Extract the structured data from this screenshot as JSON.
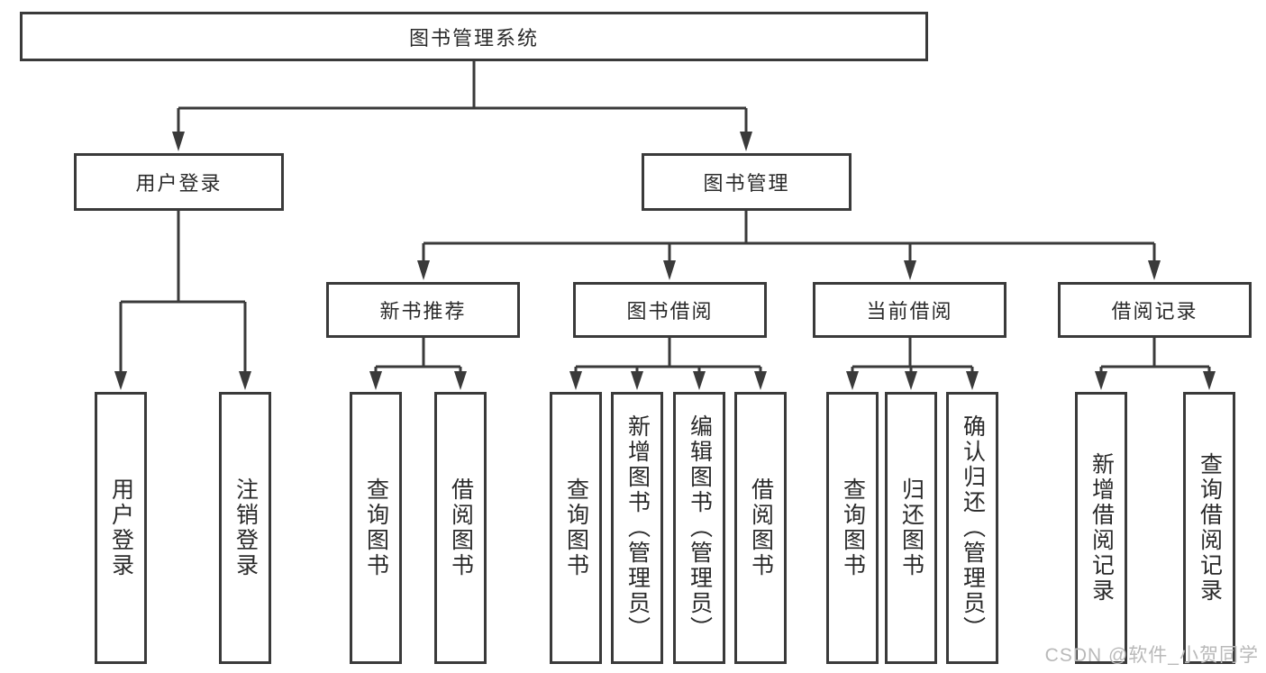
{
  "diagram": {
    "title": "图书管理系统",
    "watermark": "CSDN @软件_小贺同学",
    "colors": {
      "line": "#3a3a3a",
      "text": "#2a2a2a",
      "background": "#ffffff",
      "watermark": "#b9b9b9"
    },
    "nodes": {
      "root": "图书管理系统",
      "level2": [
        "用户登录",
        "图书管理"
      ],
      "level3": [
        "新书推荐",
        "图书借阅",
        "当前借阅",
        "借阅记录"
      ],
      "leaves": {
        "user_login": [
          "用户登录",
          "注销登录"
        ],
        "new_book": [
          "查询图书",
          "借阅图书"
        ],
        "book_borrow": [
          "查询图书",
          "新增图书（管理员）",
          "编辑图书（管理员）",
          "借阅图书"
        ],
        "current_borrow": [
          "查询图书",
          "归还图书",
          "确认归还（管理员）"
        ],
        "borrow_record": [
          "新增借阅记录",
          "查询借阅记录"
        ]
      }
    }
  }
}
